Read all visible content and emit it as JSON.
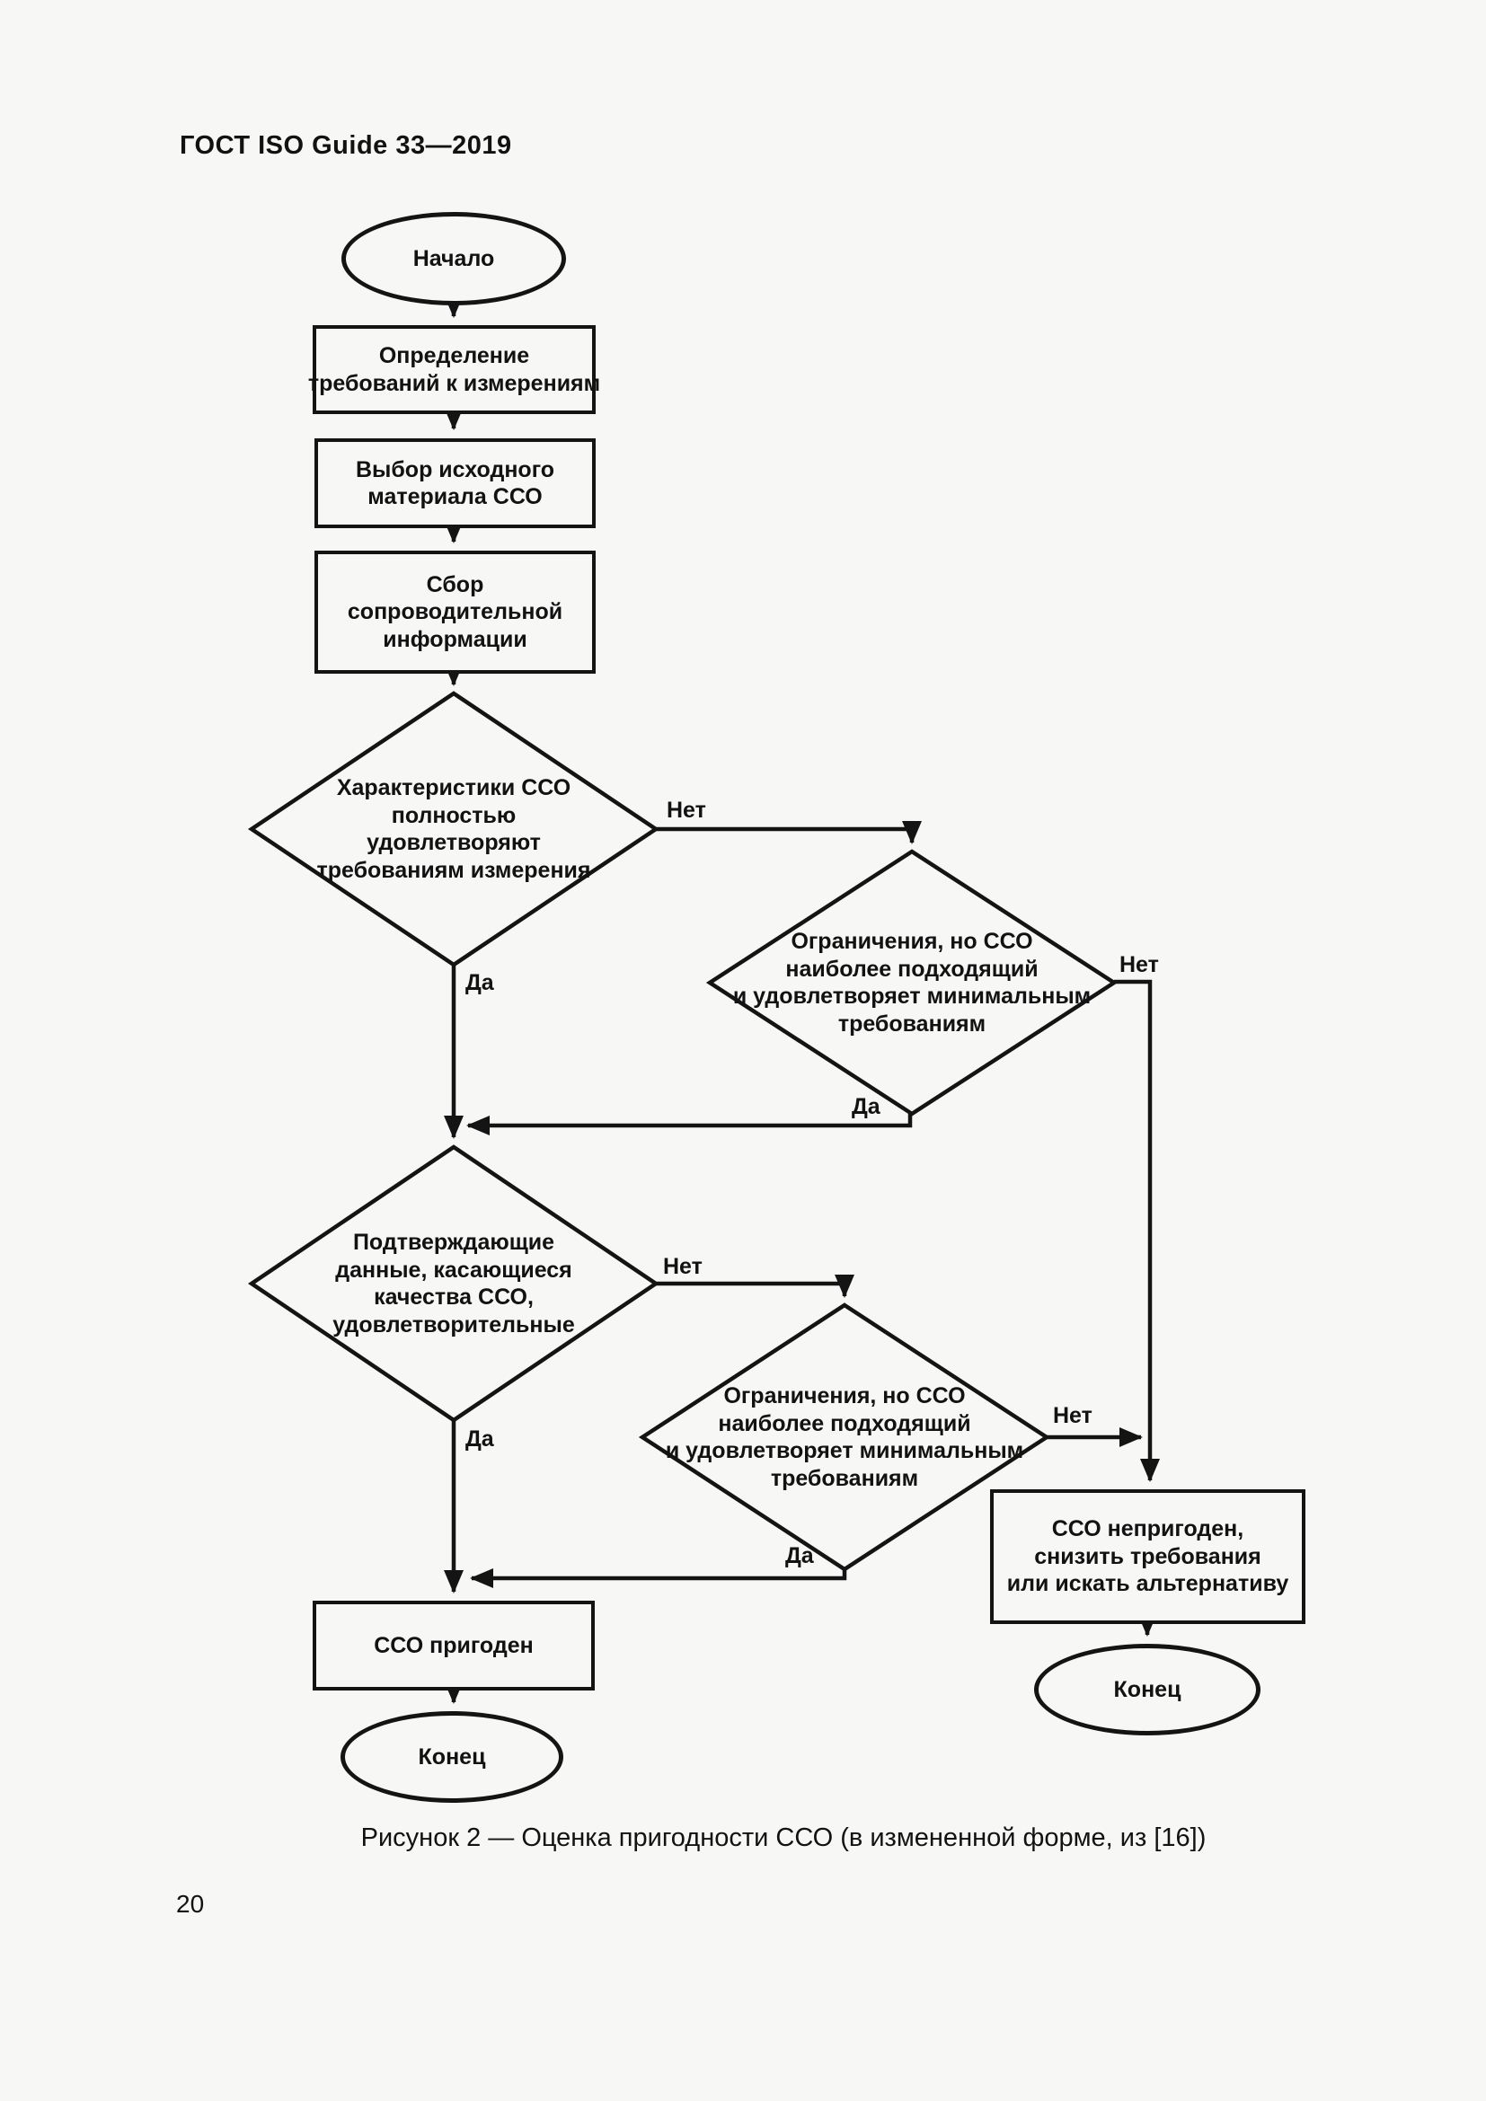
{
  "page": {
    "header": "ГОСТ ISO Guide 33—2019",
    "caption": "Рисунок 2 — Оценка пригодности ССО (в измененной форме, из [16])",
    "page_number": "20"
  },
  "flowchart": {
    "start": {
      "label": "Начало"
    },
    "process_define": {
      "label": "Определение\nтребований к измерениям"
    },
    "process_select": {
      "label": "Выбор исходного\nматериала ССО"
    },
    "process_collect": {
      "label": "Сбор\nсопроводительной\nинформации"
    },
    "decision_characteristics": {
      "label": "Характеристики ССО\nполностью\nудовлетворяют\nтребованиям измерения"
    },
    "decision_limitations_1": {
      "label": "Ограничения, но ССО\nнаиболее подходящий\nи удовлетворяет минимальным\nтребованиям"
    },
    "decision_confirming_data": {
      "label": "Подтверждающие\nданные, касающиеся\nкачества ССО,\nудовлетворительные"
    },
    "decision_limitations_2": {
      "label": "Ограничения, но ССО\nнаиболее подходящий\nи удовлетворяет минимальным\nтребованиям"
    },
    "result_unsuitable": {
      "label": "ССО непригоден,\nснизить требования\nили искать альтернативу"
    },
    "result_suitable": {
      "label": "ССО пригоден"
    },
    "end_left": {
      "label": "Конец"
    },
    "end_right": {
      "label": "Конец"
    },
    "edge_labels": {
      "yes": "Да",
      "no": "Нет"
    }
  }
}
